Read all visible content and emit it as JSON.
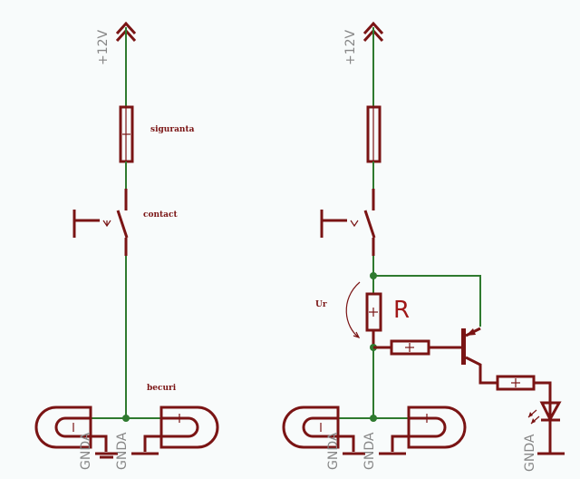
{
  "left_circuit": {
    "supply_label": "+12V",
    "fuse_label": "siguranta",
    "switch_label": "contact",
    "bulbs_label": "becuri",
    "ground_labels": [
      "GNDA",
      "GNDA"
    ]
  },
  "right_circuit": {
    "supply_label": "+12V",
    "resistor_label": "R",
    "voltage_label": "Ur",
    "ground_labels": [
      "GNDA",
      "GNDA",
      "GNDA"
    ]
  },
  "colors": {
    "component": "#7a1414",
    "wire": "#2f7a2f",
    "label_gray": "#888888"
  }
}
